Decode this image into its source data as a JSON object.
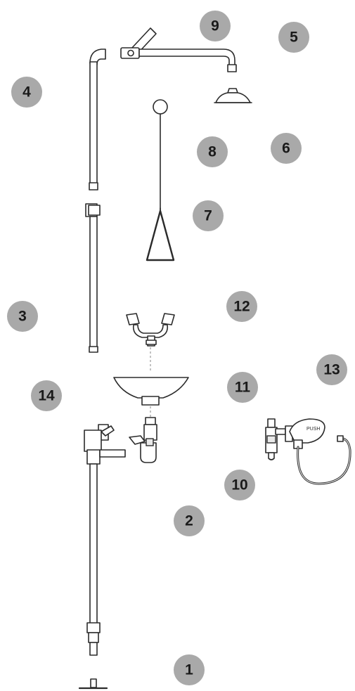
{
  "colors": {
    "badge_fill": "#a9a9a9",
    "line": "#2b2b2b",
    "background": "#ffffff"
  },
  "callouts": [
    {
      "id": "1",
      "label": "1"
    },
    {
      "id": "2",
      "label": "2"
    },
    {
      "id": "3",
      "label": "3"
    },
    {
      "id": "4",
      "label": "4"
    },
    {
      "id": "5",
      "label": "5"
    },
    {
      "id": "6",
      "label": "6"
    },
    {
      "id": "7",
      "label": "7"
    },
    {
      "id": "8",
      "label": "8"
    },
    {
      "id": "9",
      "label": "9"
    },
    {
      "id": "10",
      "label": "10"
    },
    {
      "id": "11",
      "label": "11"
    },
    {
      "id": "12",
      "label": "12"
    },
    {
      "id": "13",
      "label": "13"
    },
    {
      "id": "14",
      "label": "14"
    }
  ],
  "drench_hose_valve_text": "PUSH"
}
